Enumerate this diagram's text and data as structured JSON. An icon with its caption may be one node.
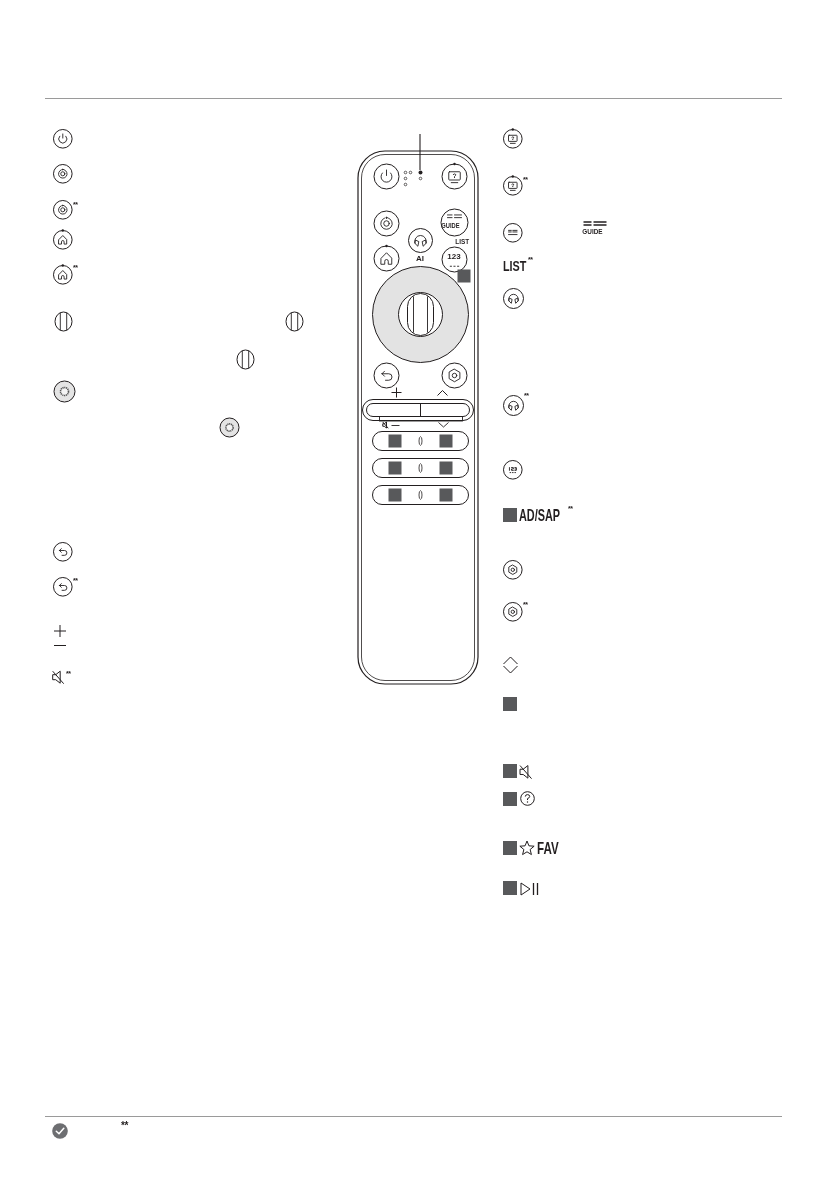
{
  "diagram": {
    "nodes": [
      {
        "text": [],
        "shape": "picture"
      },
      {
        "text": [],
        "shape": "circle",
        "in": 0
      }
    ],
    "edges": [
      {
        "from": null,
        "to": 1,
        "arrow": "none"
      }
    ],
    "labels": [
      "**",
      "**",
      "**",
      "**",
      "GUIDE",
      "LIST",
      "AI",
      "123",
      "**",
      "GUIDE",
      "LIST",
      "**",
      "**",
      "AD/SAP",
      "**",
      "**",
      "FAV",
      "**"
    ]
  }
}
